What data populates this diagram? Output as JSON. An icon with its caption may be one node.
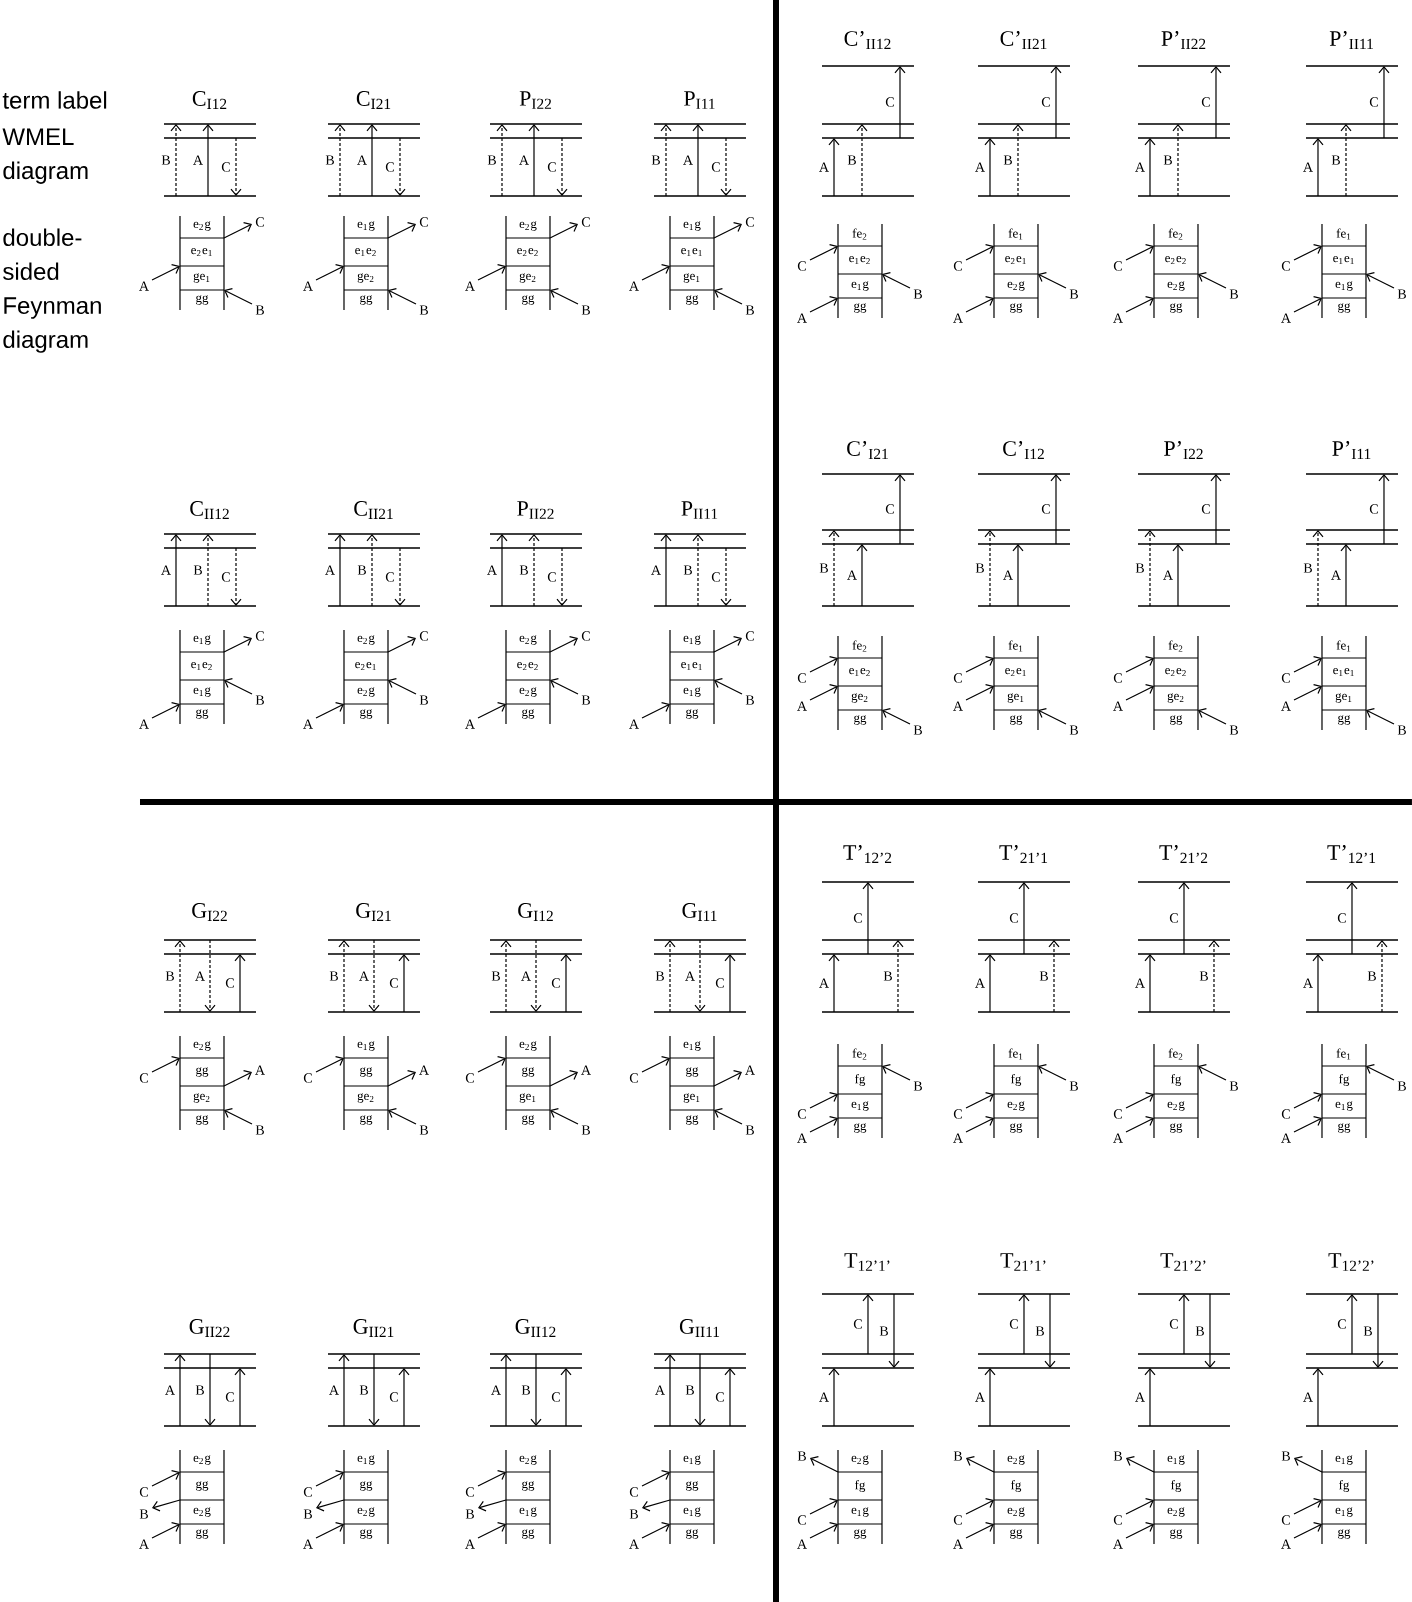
{
  "diagram": {
    "labels": [
      "term label",
      "WMEL diagram",
      "double-sided Feynman diagram",
      "C$_{I12}$",
      "B",
      "A",
      "C",
      "e$_{2}$g",
      "e$_{2}$e$_{1}$",
      "ge$_{1}$",
      "gg",
      "C",
      "A",
      "B",
      "C$_{I21}$",
      "B",
      "A",
      "C",
      "e$_{1}$g",
      "e$_{1}$e$_{2}$",
      "ge$_{2}$",
      "gg",
      "C",
      "A",
      "B",
      "P$_{I22}$",
      "B",
      "A",
      "C",
      "e$_{2}$g",
      "e$_{2}$e$_{2}$",
      "ge$_{2}$",
      "gg",
      "C",
      "A",
      "B",
      "P$_{I11}$",
      "B",
      "A",
      "C",
      "e$_{1}$g",
      "e$_{1}$e$_{1}$",
      "ge$_{1}$",
      "gg",
      "C",
      "A",
      "B",
      "C’$_{II12}$",
      "C",
      "A",
      "B",
      "fe$_{2}$",
      "e$_{1}$e$_{2}$",
      "e$_{1}$g",
      "gg",
      "C",
      "B",
      "A",
      "C’$_{II21}$",
      "C",
      "A",
      "B",
      "fe$_{1}$",
      "e$_{2}$e$_{1}$",
      "e$_{2}$g",
      "gg",
      "C",
      "B",
      "A",
      "P’$_{II22}$",
      "C",
      "A",
      "B",
      "fe$_{2}$",
      "e$_{2}$e$_{2}$",
      "e$_{2}$g",
      "gg",
      "C",
      "B",
      "A",
      "P’$_{II11}$",
      "C",
      "A",
      "B",
      "fe$_{1}$",
      "e$_{1}$e$_{1}$",
      "e$_{1}$g",
      "gg",
      "C",
      "B",
      "A",
      "C$_{II12}$",
      "A",
      "B",
      "C",
      "e$_{1}$g",
      "e$_{1}$e$_{2}$",
      "e$_{1}$g",
      "gg",
      "C",
      "B",
      "A",
      "C$_{II21}$",
      "A",
      "B",
      "C",
      "e$_{2}$g",
      "e$_{2}$e$_{1}$",
      "e$_{2}$g",
      "gg",
      "C",
      "B",
      "A",
      "P$_{II22}$",
      "A",
      "B",
      "C",
      "e$_{2}$g",
      "e$_{2}$e$_{2}$",
      "e$_{2}$g",
      "gg",
      "C",
      "B",
      "A",
      "P$_{II11}$",
      "A",
      "B",
      "C",
      "e$_{1}$g",
      "e$_{1}$e$_{1}$",
      "e$_{1}$g",
      "gg",
      "C",
      "B",
      "A",
      "C’$_{I21}$",
      "C",
      "B",
      "A",
      "fe$_{2}$",
      "e$_{1}$e$_{2}$",
      "ge$_{2}$",
      "gg",
      "C",
      "A",
      "B",
      "C’$_{I12}$",
      "C",
      "B",
      "A",
      "fe$_{1}$",
      "e$_{2}$e$_{1}$",
      "ge$_{1}$",
      "gg",
      "C",
      "A",
      "B",
      "P’$_{I22}$",
      "C",
      "B",
      "A",
      "fe$_{2}$",
      "e$_{2}$e$_{2}$",
      "ge$_{2}$",
      "gg",
      "C",
      "A",
      "B",
      "P’$_{I11}$",
      "C",
      "B",
      "A",
      "fe$_{1}$",
      "e$_{1}$e$_{1}$",
      "ge$_{1}$",
      "gg",
      "C",
      "A",
      "B",
      "G$_{I22}$",
      "B",
      "A",
      "C",
      "e$_{2}$g",
      "gg",
      "ge$_{2}$",
      "gg",
      "C",
      "A",
      "B",
      "G$_{I21}$",
      "B",
      "A",
      "C",
      "e$_{1}$g",
      "gg",
      "ge$_{2}$",
      "gg",
      "C",
      "A",
      "B",
      "G$_{I12}$",
      "B",
      "A",
      "C",
      "e$_{2}$g",
      "gg",
      "ge$_{1}$",
      "gg",
      "C",
      "A",
      "B",
      "G$_{I11}$",
      "B",
      "A",
      "C",
      "e$_{1}$g",
      "gg",
      "ge$_{1}$",
      "gg",
      "C",
      "A",
      "B",
      "T’$_{12’2}$",
      "C",
      "A",
      "B",
      "fe$_{2}$",
      "fg",
      "e$_{1}$g",
      "gg",
      "B",
      "C",
      "A",
      "T’$_{21’1}$",
      "C",
      "A",
      "B",
      "fe$_{1}$",
      "fg",
      "e$_{2}$g",
      "gg",
      "B",
      "C",
      "A",
      "T’$_{21’2}$",
      "C",
      "A",
      "B",
      "fe$_{2}$",
      "fg",
      "e$_{2}$g",
      "gg",
      "B",
      "C",
      "A",
      "T’$_{12’1}$",
      "C",
      "A",
      "B",
      "fe$_{1}$",
      "fg",
      "e$_{1}$g",
      "gg",
      "B",
      "C",
      "A",
      "G$_{II22}$",
      "A",
      "B",
      "C",
      "e$_{2}$g",
      "gg",
      "e$_{2}$g",
      "gg",
      "C",
      "B",
      "A",
      "G$_{II21}$",
      "A",
      "B",
      "C",
      "e$_{1}$g",
      "gg",
      "e$_{2}$g",
      "gg",
      "C",
      "B",
      "A",
      "G$_{II12}$",
      "A",
      "B",
      "C",
      "e$_{2}$g",
      "gg",
      "e$_{1}$g",
      "gg",
      "C",
      "B",
      "A",
      "G$_{II11}$",
      "A",
      "B",
      "C",
      "e$_{1}$g",
      "gg",
      "e$_{1}$g",
      "gg",
      "C",
      "B",
      "A",
      "T$_{12’1’}$",
      "C",
      "B",
      "A",
      "e$_{2}$g",
      "fg",
      "e$_{1}$g",
      "gg",
      "B",
      "C",
      "A",
      "T$_{21’1’}$",
      "C",
      "B",
      "A",
      "e$_{2}$g",
      "fg",
      "e$_{2}$g",
      "gg",
      "B",
      "C",
      "A",
      "T$_{21’2’}$",
      "C",
      "B",
      "A",
      "e$_{1}$g",
      "fg",
      "e$_{2}$g",
      "gg",
      "B",
      "C",
      "A",
      "T$_{12’2’}$",
      "C",
      "B",
      "A",
      "e$_{1}$g",
      "fg",
      "e$_{1}$g",
      "gg",
      "B",
      "C",
      "A"
    ]
  }
}
